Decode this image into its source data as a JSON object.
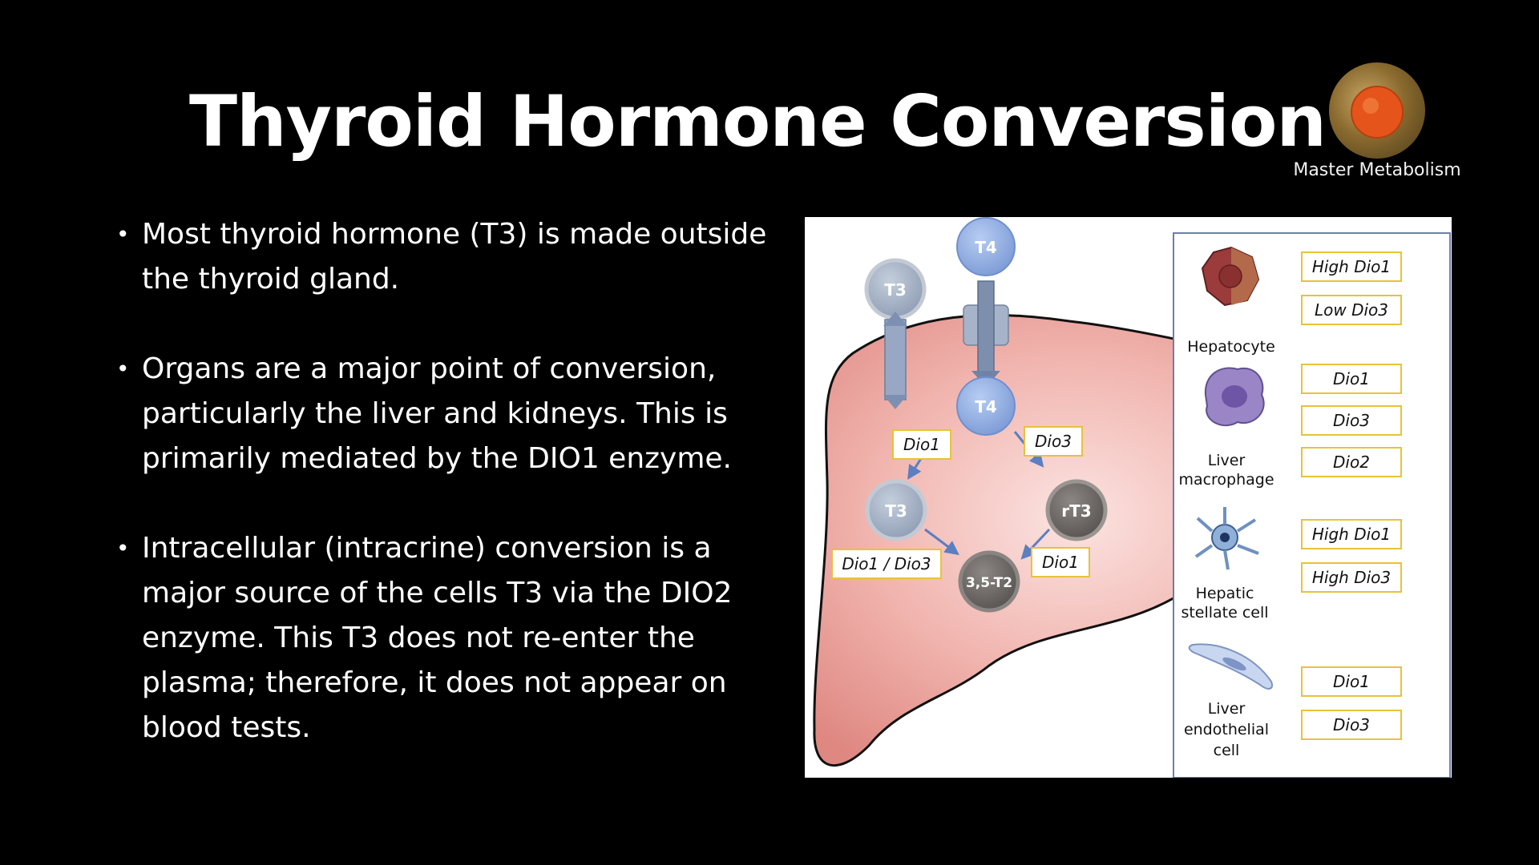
{
  "title": "Thyroid Hormone Conversion",
  "brand": {
    "name": "Master Metabolism",
    "logo_icon": "orange-fruit-icon"
  },
  "bullets": [
    "Most thyroid hormone (T3) is made outside the thyroid gland.",
    "Organs are a major point of conversion, particularly the liver and kidneys. This is primarily mediated by the DIO1 enzyme.",
    "Intracellular (intracrine) conversion is a major source of the cells T3 via the DIO2 enzyme. This T3 does not re-enter the plasma; therefore, it does not appear on blood tests."
  ],
  "diagram": {
    "hormones": {
      "t4_top": "T4",
      "t3_top": "T3",
      "t4_mid": "T4",
      "t3_left": "T3",
      "rt3": "rT3",
      "t2": "3,5-T2"
    },
    "pathway_enzymes": {
      "t4_to_t3": "Dio1",
      "t4_to_rt3": "Dio3",
      "t3_to_t2": "Dio1 / Dio3",
      "rt3_to_t2": "Dio1"
    },
    "cells": [
      {
        "name": "Hepatocyte",
        "enzymes": [
          "High Dio1",
          "Low Dio3"
        ]
      },
      {
        "name": "Liver macrophage",
        "enzymes": [
          "Dio1",
          "Dio3",
          "Dio2"
        ]
      },
      {
        "name": "Hepatic stellate cell",
        "enzymes": [
          "High Dio1",
          "High Dio3"
        ]
      },
      {
        "name": "Liver endothelial cell",
        "enzymes": [
          "Dio1",
          "Dio3"
        ]
      }
    ]
  },
  "colors": {
    "background": "#000000",
    "liver": "#e8948f",
    "hormone_blue": "#8fb0e0",
    "hormone_grey": "#9aa8bc",
    "hormone_dark": "#6e6a68",
    "label_border": "#e8c23a"
  }
}
